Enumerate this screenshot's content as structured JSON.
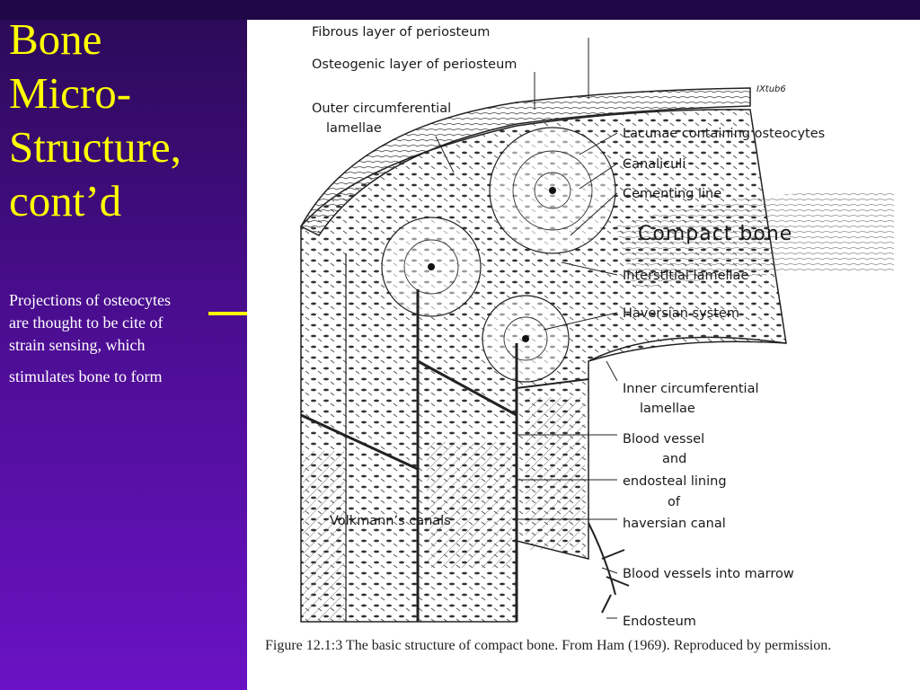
{
  "slide": {
    "title_lines": [
      "Bone",
      "Micro-",
      "Structure,",
      "cont’d"
    ],
    "note_lines": [
      "Projections of osteocytes",
      "are thought to be cite of",
      "strain sensing, which",
      "stimulates bone to form"
    ],
    "colors": {
      "title": "#ffff00",
      "note": "#ffffff",
      "arrow": "#ffff00",
      "background": "#4a0d8f"
    }
  },
  "figure": {
    "labels": {
      "fibrous": "Fibrous layer of periosteum",
      "osteogenic": "Osteogenic layer of periosteum",
      "outer1": "Outer circumferential",
      "outer2": "lamellae",
      "lacunae": "Lacunae containing osteocytes",
      "canaliculi": "Canaliculi",
      "cementing": "Cementing line",
      "compact": "Compact bone",
      "interstitial": "Interstitial lamellae",
      "haversian": "Haversian system",
      "inner1": "Inner circumferential",
      "inner2": "lamellae",
      "blood1": "Blood vessel",
      "blood2": "and",
      "blood3": "endosteal lining",
      "blood4": "of",
      "blood5": "haversian canal",
      "volkmann": "Volkmann’s canals",
      "marrow": "Blood vessels into marrow",
      "endosteum": "Endosteum",
      "signature": "IXtub6"
    },
    "caption": "Figure 12.1:3  The basic structure of compact bone. From Ham (1969). Reproduced by permission."
  }
}
